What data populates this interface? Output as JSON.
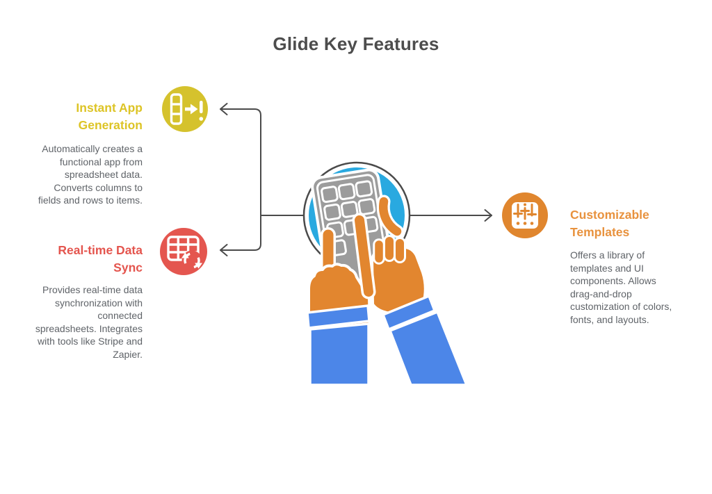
{
  "page": {
    "title": "Glide Key Features"
  },
  "colors": {
    "title_text": "#4d4d4d",
    "body_text": "#5f6368",
    "connector": "#4a4a4a"
  },
  "features": [
    {
      "key": "instant-app-generation",
      "title": "Instant App\nGeneration",
      "description": "Automatically creates a\nfunctional app from\nspreadsheet data.\nConverts columns to\nfields and rows to items.",
      "icon": "column-to-app-icon",
      "title_color": "#ddc426",
      "icon_color": "#d5c22d"
    },
    {
      "key": "real-time-data-sync",
      "title": "Real-time Data\nSync",
      "description": "Provides real-time data\nsynchronization with\nconnected\nspreadsheets. Integrates\nwith tools like Stripe and\nZapier.",
      "icon": "spreadsheet-sync-icon",
      "title_color": "#e4554e",
      "icon_color": "#e4564f"
    },
    {
      "key": "customizable-templates",
      "title": "Customizable\nTemplates",
      "description": "Offers a library of\ntemplates and UI\ncomponents. Allows\ndrag-and-drop\ncustomization of colors,\nfonts, and layouts.",
      "icon": "sliders-icon",
      "title_color": "#e8923e",
      "icon_color": "#e0862e"
    }
  ],
  "illustration": {
    "name": "hands-tapping-phone",
    "colors": {
      "circle": "#29a9e0",
      "outline": "#4a4a4a",
      "phone": "#9c9c9c",
      "hands": "#e2862f",
      "sleeves": "#4c86e8"
    }
  }
}
